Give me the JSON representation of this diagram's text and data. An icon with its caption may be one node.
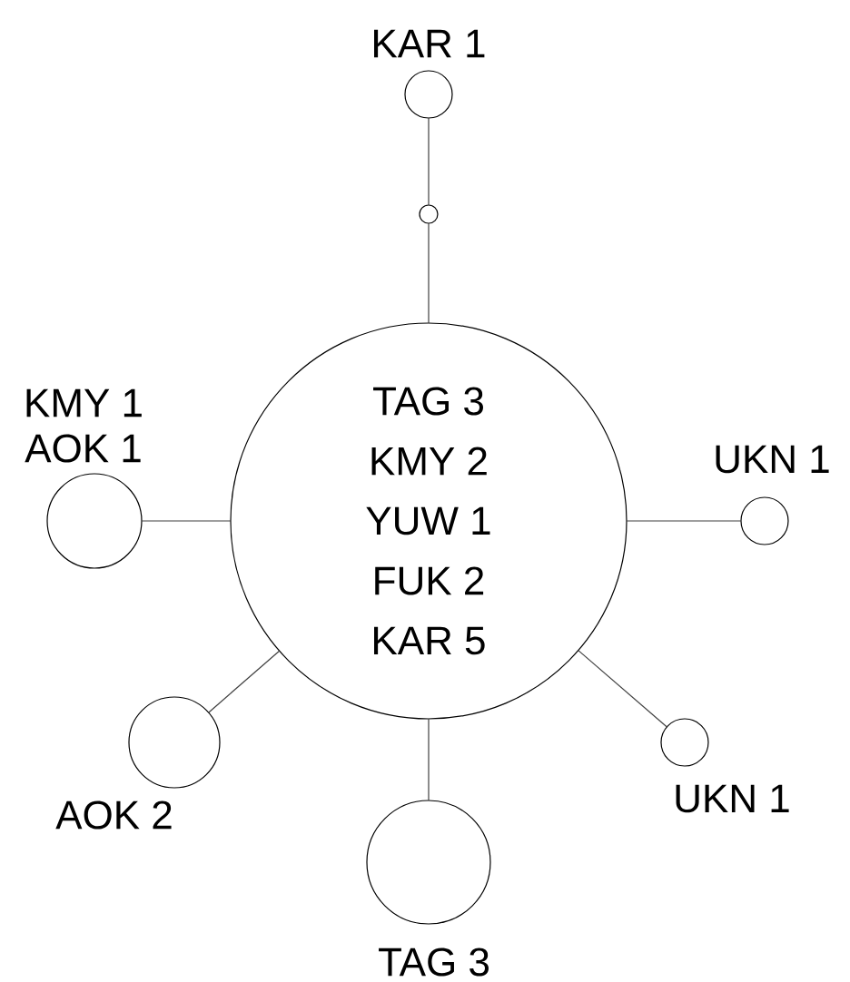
{
  "diagram": {
    "nodes": [
      {
        "text": [
          "TAG 3",
          "KMY 2",
          "YUW 1",
          "FUK 2",
          "KAR 5"
        ]
      },
      {
        "text": [],
        "shape": "circle",
        "beside": [
          "KAR 1"
        ]
      },
      {
        "text": [],
        "shape": "circle"
      },
      {
        "text": [],
        "shape": "circle",
        "beside": [
          "KMY 1",
          "AOK 1"
        ]
      },
      {
        "text": [],
        "shape": "circle",
        "beside": [
          "UKN 1"
        ]
      },
      {
        "text": [],
        "shape": "circle",
        "beside": [
          "AOK 2"
        ]
      },
      {
        "text": [],
        "shape": "circle",
        "beside": [
          "UKN 1"
        ]
      },
      {
        "text": [],
        "shape": "circle",
        "beside": [
          "TAG 3"
        ]
      }
    ],
    "edges": [
      {
        "from": 1,
        "to": 2,
        "arrow": "none"
      },
      {
        "from": 2,
        "to": 0,
        "arrow": "none"
      },
      {
        "from": 0,
        "to": 3,
        "arrow": "none"
      },
      {
        "from": 0,
        "to": 4,
        "arrow": "none"
      },
      {
        "from": 0,
        "to": 5,
        "arrow": "none"
      },
      {
        "from": 0,
        "to": 6,
        "arrow": "none"
      },
      {
        "from": 0,
        "to": 7,
        "arrow": "none"
      }
    ]
  }
}
